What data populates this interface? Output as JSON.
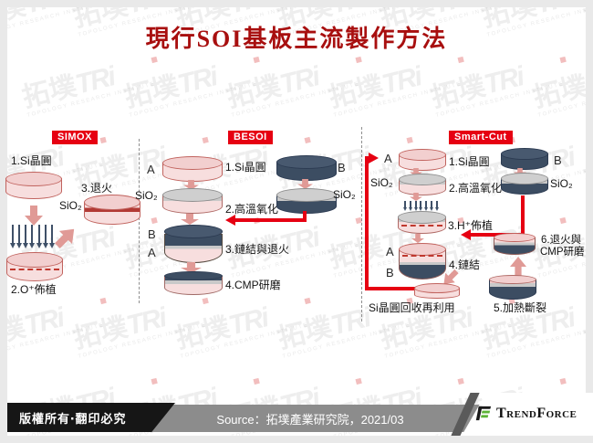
{
  "title": "現行SOI基板主流製作方法",
  "watermark": {
    "cjk": "拓墣",
    "latin": "TRi",
    "caption": "TOPOLOGY RESEARCH INSTITUTE"
  },
  "sections": {
    "simox": {
      "label": "SIMOX",
      "step1": "1.Si晶圓",
      "step2": "2.O⁺佈植",
      "step3": "3.退火",
      "sio2": "SiO₂"
    },
    "besoi": {
      "label": "BESOI",
      "step1": "1.Si晶圓",
      "step2": "2.高溫氧化",
      "step3": "3.鏈結與退火",
      "step4": "4.CMP研磨",
      "wafer_a": "A",
      "wafer_b": "B",
      "sio2_left": "SiO₂",
      "sio2_right": "SiO₂",
      "stack_b": "B",
      "stack_a": "A"
    },
    "smartcut": {
      "label": "Smart-Cut",
      "step1": "1.Si晶圓",
      "step2": "2.高溫氧化",
      "step3": "3.H⁺佈植",
      "step4": "4.鏈結",
      "step5": "5.加熱斷裂",
      "step6_line1": "6.退火與",
      "step6_line2": "CMP研磨",
      "recycle": "Si晶圓回收再利用",
      "wafer_a": "A",
      "wafer_b": "B",
      "sio2_left": "SiO₂",
      "sio2_right": "SiO₂",
      "stack_a": "A",
      "stack_b": "B"
    }
  },
  "footer": {
    "copyright": "版權所有‧翻印必究",
    "source": "Source：拓墣產業研究院，2021/03",
    "brand": "TrendForce"
  },
  "colors": {
    "title_red": "#a80f0f",
    "section_label_red": "#e60012",
    "wafer_pink": "#f7dede",
    "wafer_pink_stroke": "#c1635e",
    "wafer_navy": "#3c4d62",
    "sio2_gray": "#c9c9c9",
    "implant_band_red": "#b23a35",
    "arrow_pink": "#e09a96",
    "path_red": "#e60012",
    "footer_gray": "#8c8c8c",
    "footer_black": "#161616",
    "brand_green": "#5cb336"
  }
}
